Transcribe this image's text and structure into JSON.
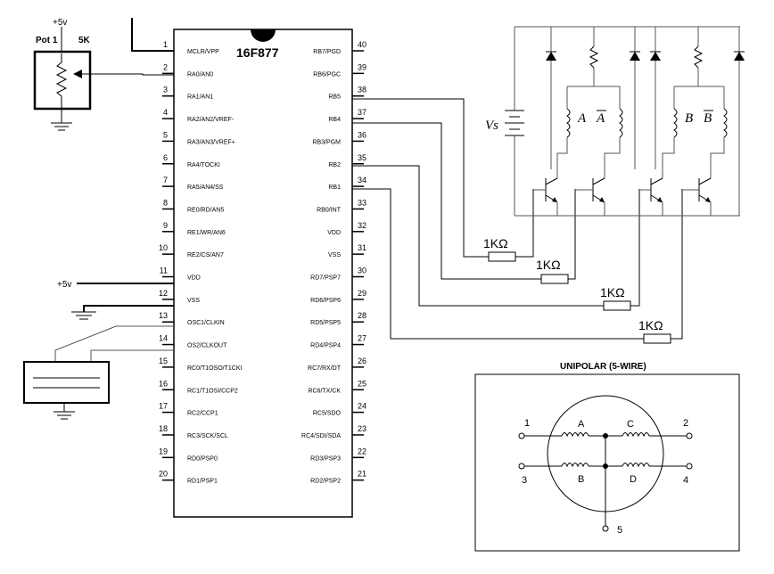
{
  "mcu": {
    "name": "16F877",
    "left_pins": [
      {
        "num": "1",
        "label": "MCLR/VPP"
      },
      {
        "num": "2",
        "label": "RA0/AN0"
      },
      {
        "num": "3",
        "label": "RA1/AN1"
      },
      {
        "num": "4",
        "label": "RA2/AN2/VREF-"
      },
      {
        "num": "5",
        "label": "RA3/AN3/VREF+"
      },
      {
        "num": "6",
        "label": "RA4/TOCKI"
      },
      {
        "num": "7",
        "label": "RA5/AN4/SS"
      },
      {
        "num": "8",
        "label": "RE0/RD/AN5"
      },
      {
        "num": "9",
        "label": "RE1/WR/AN6"
      },
      {
        "num": "10",
        "label": "RE2/CS/AN7"
      },
      {
        "num": "11",
        "label": "VDD"
      },
      {
        "num": "12",
        "label": "VSS"
      },
      {
        "num": "13",
        "label": "OSC1/CLKIN"
      },
      {
        "num": "14",
        "label": "OS2/CLKOUT"
      },
      {
        "num": "15",
        "label": "RC0/T1OSO/T1CKI"
      },
      {
        "num": "16",
        "label": "RC1/T1OSI/CCP2"
      },
      {
        "num": "17",
        "label": "RC2/CCP1"
      },
      {
        "num": "18",
        "label": "RC3/SCK/SCL"
      },
      {
        "num": "19",
        "label": "RD0/PSP0"
      },
      {
        "num": "20",
        "label": "RD1/PSP1"
      }
    ],
    "right_pins": [
      {
        "num": "40",
        "label": "RB7/PGD"
      },
      {
        "num": "39",
        "label": "RB6/PGC"
      },
      {
        "num": "38",
        "label": "RB5"
      },
      {
        "num": "37",
        "label": "RB4"
      },
      {
        "num": "36",
        "label": "RB3/PGM"
      },
      {
        "num": "35",
        "label": "RB2"
      },
      {
        "num": "34",
        "label": "RB1"
      },
      {
        "num": "33",
        "label": "RB0/INT"
      },
      {
        "num": "32",
        "label": "VDD"
      },
      {
        "num": "31",
        "label": "VSS"
      },
      {
        "num": "30",
        "label": "RD7/PSP7"
      },
      {
        "num": "29",
        "label": "RD6/PSP6"
      },
      {
        "num": "28",
        "label": "RD5/PSP5"
      },
      {
        "num": "27",
        "label": "RD4/PSP4"
      },
      {
        "num": "26",
        "label": "RC7/RX/DT"
      },
      {
        "num": "25",
        "label": "RC6/TX/CK"
      },
      {
        "num": "24",
        "label": "RC5/SDO"
      },
      {
        "num": "23",
        "label": "RC4/SDI/SDA"
      },
      {
        "num": "22",
        "label": "RD3/PSP3"
      },
      {
        "num": "21",
        "label": "RD2/PSP2"
      }
    ]
  },
  "pot": {
    "name": "Pot 1",
    "value": "5K",
    "supply": "+5v"
  },
  "supply_label": "+5v",
  "resistors": [
    "1KΩ",
    "1KΩ",
    "1KΩ",
    "1KΩ"
  ],
  "driver": {
    "vs": "Vs",
    "coil_a": "A",
    "coil_a_bar": "A",
    "coil_b": "B",
    "coil_b_bar": "B"
  },
  "motor": {
    "title": "UNIPOLAR (5-WIRE)",
    "terminals": [
      "1",
      "2",
      "3",
      "4",
      "5"
    ],
    "coils": [
      "A",
      "C",
      "B",
      "D"
    ]
  }
}
